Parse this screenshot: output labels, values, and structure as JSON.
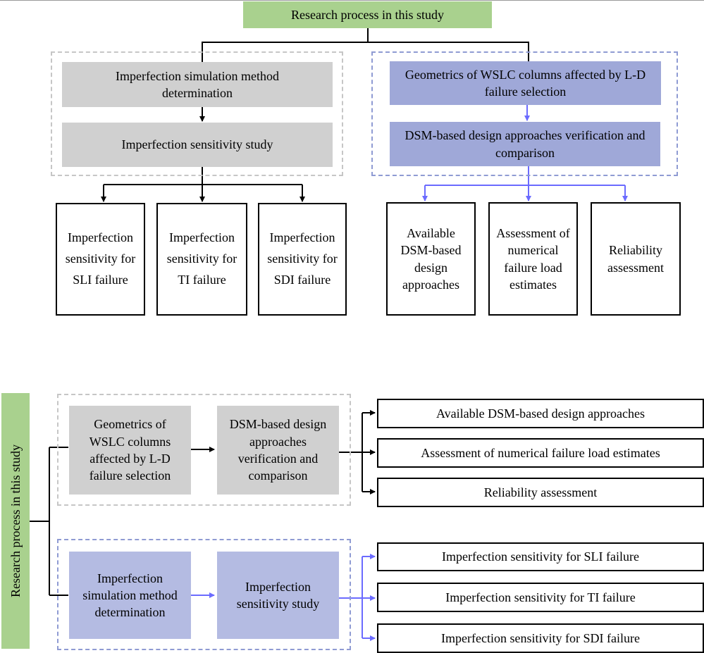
{
  "top": {
    "root": "Research process in this study",
    "left_branch": {
      "step1": "Imperfection simulation method determination",
      "step2": "Imperfection sensitivity study",
      "outputs": [
        "Imperfection sensitivity for SLI failure",
        "Imperfection sensitivity for TI failure",
        "Imperfection sensitivity for SDI failure"
      ]
    },
    "right_branch": {
      "step1": "Geometrics  of WSLC columns affected by L-D failure selection",
      "step2": "DSM-based design approaches verification and comparison",
      "outputs": [
        "Available DSM-based design approaches",
        "Assessment of numerical failure load estimates",
        "Reliability assessment"
      ]
    }
  },
  "bottom": {
    "root": "Research process in this study",
    "upper_branch": {
      "step1": "Geometrics  of WSLC columns affected by L-D failure selection",
      "step2": "DSM-based design approaches verification and comparison",
      "outputs": [
        "Available DSM-based design approaches",
        "Assessment of numerical failure load estimates",
        "Reliability assessment"
      ]
    },
    "lower_branch": {
      "step1": "Imperfection simulation method determination",
      "step2": "Imperfection sensitivity study",
      "outputs": [
        "Imperfection sensitivity for SLI failure",
        "Imperfection sensitivity for TI failure",
        "Imperfection sensitivity for SDI failure"
      ]
    }
  },
  "colors": {
    "root_green": "#a9d18e",
    "gray_fill": "#d0d0d0",
    "blue_fill": "#9fa8d8",
    "light_blue_fill": "#b4bbe2",
    "blue_arrow": "#6b6bff",
    "black_arrow": "#000000"
  }
}
